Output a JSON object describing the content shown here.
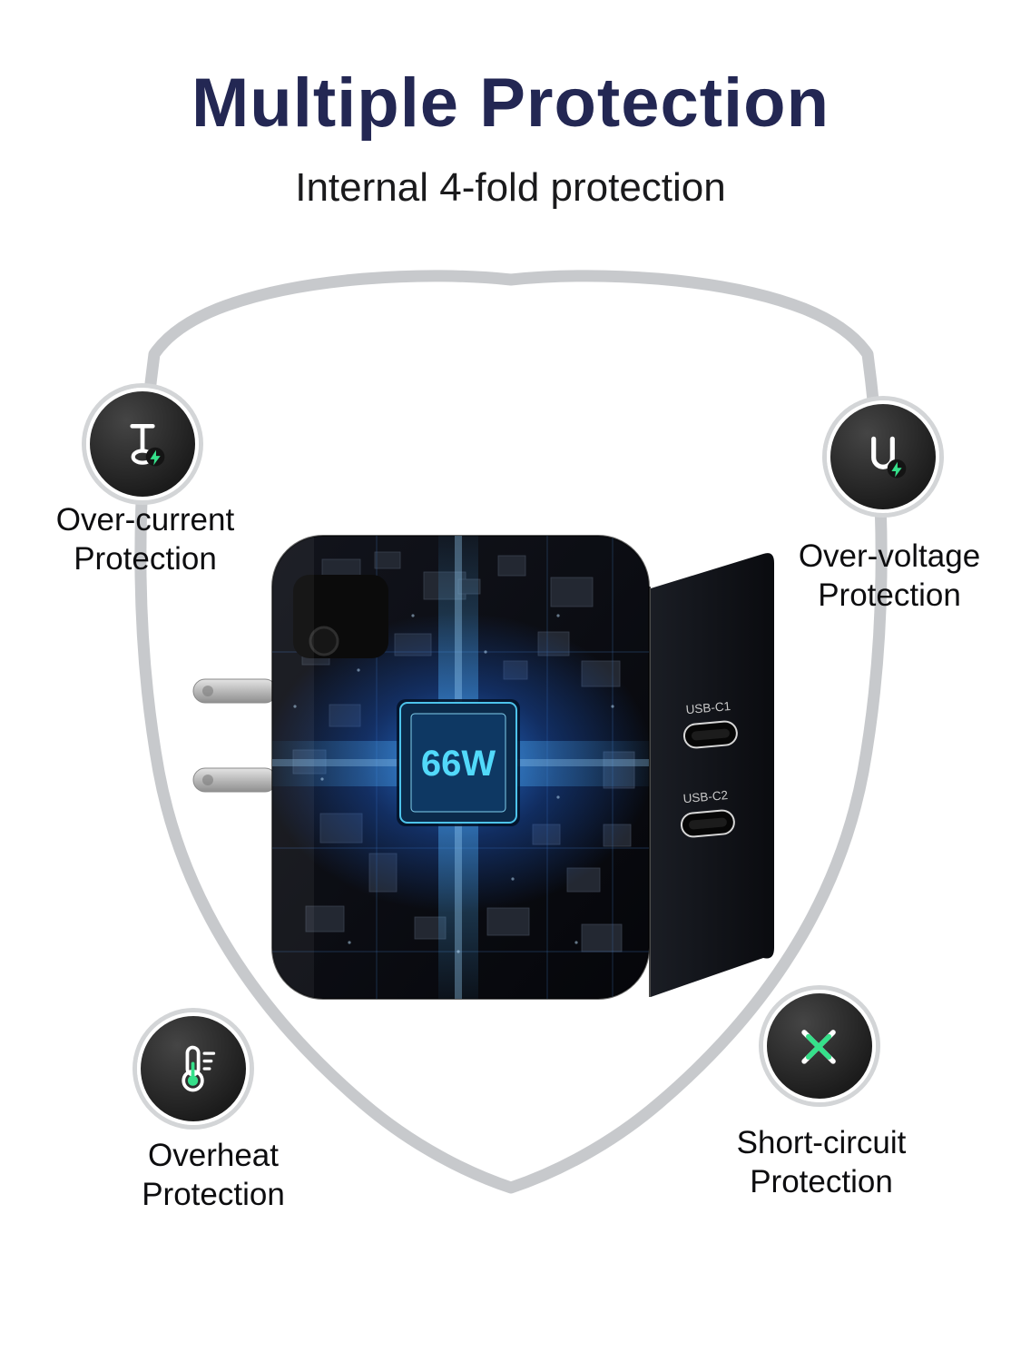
{
  "header": {
    "title": "Multiple Protection",
    "subtitle": "Internal 4-fold protection"
  },
  "features": [
    {
      "id": "over-current",
      "icon": "current-pin-icon",
      "line1": "Over-current",
      "line2": "Protection"
    },
    {
      "id": "over-voltage",
      "icon": "voltage-u-icon",
      "line1": "Over-voltage",
      "line2": "Protection"
    },
    {
      "id": "overheat",
      "icon": "thermometer-icon",
      "line1": "Overheat",
      "line2": "Protection"
    },
    {
      "id": "short-circuit",
      "icon": "cross-icon",
      "line1": "Short-circuit",
      "line2": "Protection"
    }
  ],
  "charger": {
    "wattage": "66W",
    "ports": [
      "USB-C1",
      "USB-C2"
    ]
  },
  "colors": {
    "title_navy": "#232753",
    "accent_green": "#35e08a",
    "shield_gray": "#c7c9cc",
    "chip_cyan": "#52d9fa"
  }
}
